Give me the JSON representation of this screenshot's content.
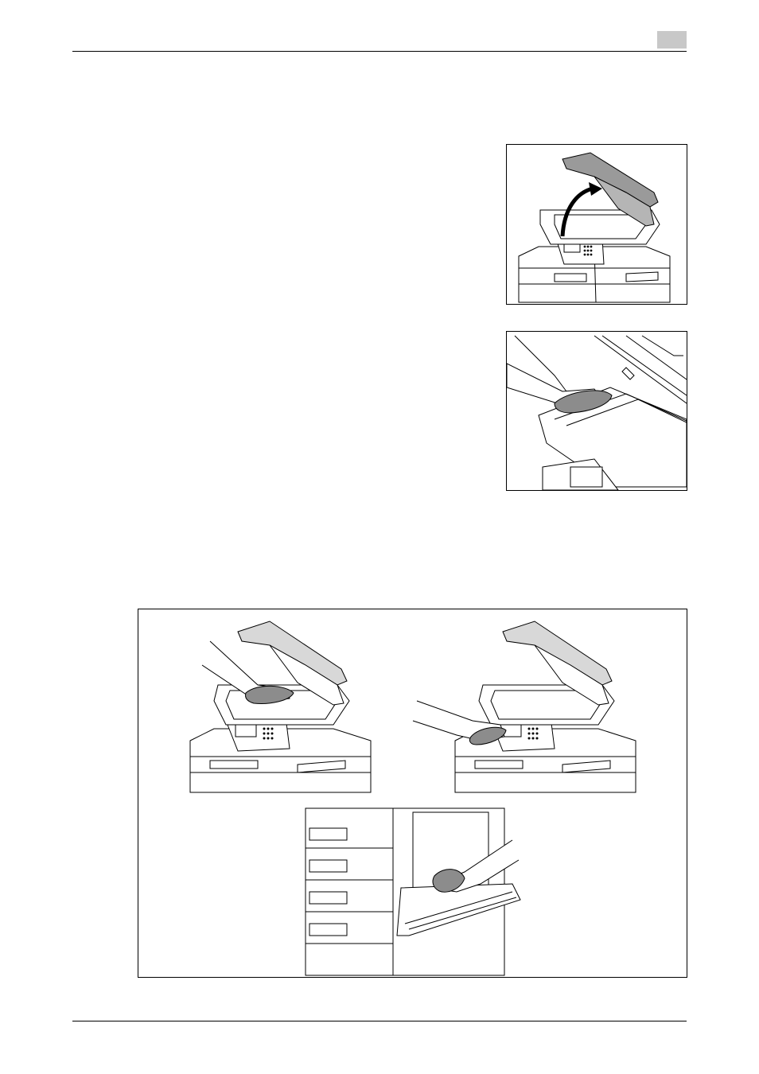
{
  "page": {
    "header_tab": "",
    "body_text": []
  },
  "figures": [
    {
      "id": "fig-lift",
      "depicts": "open-document-feeder"
    },
    {
      "id": "fig-wipe",
      "depicts": "wipe-original-glass"
    },
    {
      "id": "fig-large",
      "depicts": "clean-glass-panel-and-bypass-tray"
    }
  ],
  "colors": {
    "tab_gray": "#c8c8c8",
    "cloth_gray": "#8c8c8c",
    "feeder_gray": "#9a9a9a",
    "line": "#000000"
  }
}
